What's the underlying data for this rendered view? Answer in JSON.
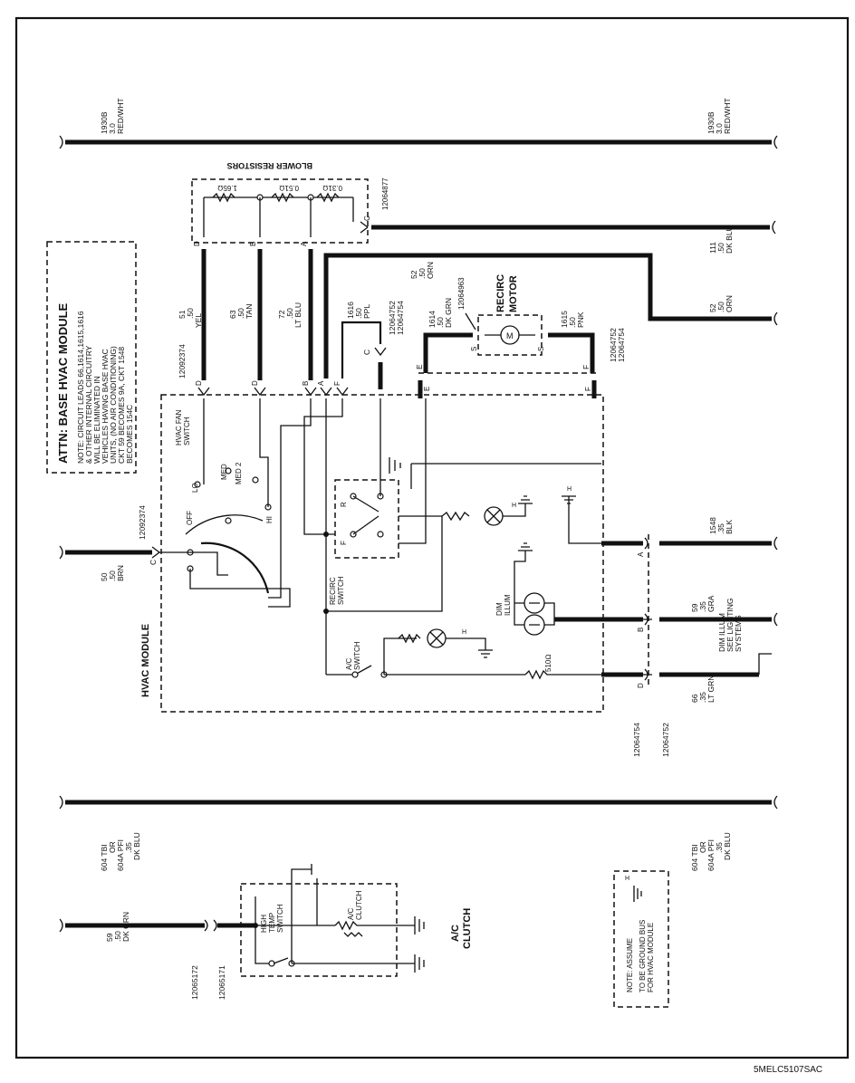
{
  "attn": {
    "title": "ATTN: BASE HVAC MODULE",
    "note_lines": [
      "NOTE: CIRCUIT LEADS 66,1614,1615,1616",
      "& OTHER INTERNAL CIRCUITRY",
      "WILL BE ELIMINATED IN",
      "VEHICLES HAVING BASE HVAC",
      "UNITS, (NO AIR CONDITIONING)",
      "CKT 59 BECOMES 9A, CKT 1548",
      "BECOMES 154C"
    ]
  },
  "power_bus": {
    "left": [
      "1930B",
      "3.0",
      "RED/WHT"
    ],
    "right": [
      "1930B",
      "3.0",
      "RED/WHT"
    ]
  },
  "blower_resistors": {
    "title": "BLOWER RESISTORS",
    "r1": "1.65Ω",
    "r2": "0.51Ω",
    "r3": "0.31Ω",
    "pins": [
      "D",
      "B",
      "A"
    ],
    "connector": "12064877",
    "pin_c": "C"
  },
  "wires": {
    "w51": [
      "51",
      ".50",
      "YEL"
    ],
    "w63": [
      "63",
      ".50",
      "TAN"
    ],
    "w72": [
      "72",
      ".50",
      "LT BLU"
    ],
    "w52a": [
      "52",
      ".50",
      "ORN"
    ],
    "w111": [
      "111",
      ".50",
      "DK BLU"
    ],
    "w52b": [
      "52",
      ".50",
      "ORN"
    ],
    "w1616": [
      "1616",
      ".50",
      "PPL"
    ],
    "w1614": [
      "1614",
      ".50",
      "DK GRN"
    ],
    "w1615": [
      "1615",
      ".50",
      "PNK"
    ],
    "w50": [
      "50",
      ".50",
      "BRN"
    ],
    "w1548": [
      "1548",
      ".35",
      "BLK"
    ],
    "w59": [
      "59",
      ".35",
      "GRA"
    ],
    "w66": [
      "66",
      ".35",
      "LT GRN"
    ],
    "w59b": [
      "59",
      ".50",
      "DK GRN"
    ],
    "w604l": [
      "604 TBI",
      "OR",
      "604A PFI",
      ".35",
      "DK BLU"
    ],
    "w604r": [
      "604 TBI",
      "OR",
      "604A PFI",
      ".35",
      "DK BLU"
    ]
  },
  "connectors": {
    "c12092374a": "12092374",
    "c12092374b": "12092374",
    "c12064752a": "12064752",
    "c12064754a": "12064754",
    "c12064963": "12064963",
    "c12064752b": "12064752",
    "c12064754b": "12064754",
    "c12064754c": "12064754",
    "c12064752c": "12064752",
    "c12065172": "12065172",
    "c12065171": "12065171"
  },
  "pins": {
    "d": "D",
    "b": "B",
    "a": "A",
    "e": "E",
    "f": "F",
    "c": "C",
    "s": "S",
    "a2": "A",
    "b2": "B",
    "d2": "D",
    "e2": "E",
    "f2": "F",
    "h": "H"
  },
  "recirc_motor": {
    "title1": "RECIRC",
    "title2": "MOTOR",
    "m": "M"
  },
  "hvac_module": {
    "label": "HVAC MODULE",
    "fan_switch": [
      "HVAC FAN",
      "SWITCH"
    ],
    "off": "OFF",
    "lo": "LO",
    "med": "MED",
    "med2": "MED 2",
    "hi": "HI",
    "recirc_switch": [
      "RECIRC",
      "SWITCH"
    ],
    "r": "R",
    "f": "F",
    "dim_illum": [
      "DIM",
      "ILLUM"
    ],
    "ac_switch": [
      "A/C",
      "SWITCH"
    ],
    "resistor": "510Ω",
    "dim_illum_ext": [
      "DIM ILLUM",
      "SEE LIGHTING",
      "SYSTEMS"
    ]
  },
  "ac_clutch": {
    "label": [
      "A/C",
      "CLUTCH"
    ],
    "high_temp": [
      "HIGH",
      "TEMP",
      "SWITCH"
    ],
    "clutch": [
      "A/C",
      "CLUTCH"
    ]
  },
  "ground_note": [
    "NOTE: ASSUME",
    "TO BE GROUND BUS",
    "FOR HVAC MODULE"
  ],
  "drawing_id": "5MELC5107SAC"
}
